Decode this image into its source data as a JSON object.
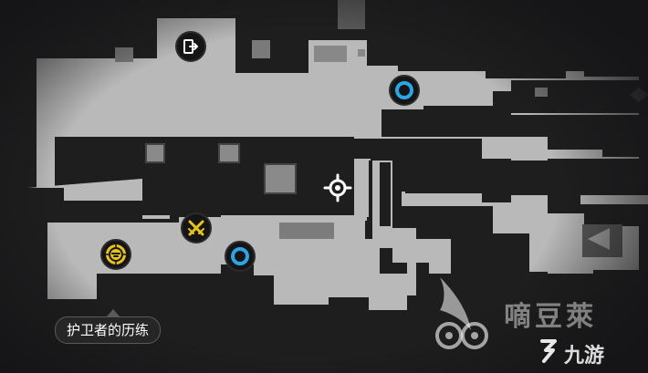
{
  "map": {
    "floor_color": "#b9b9b9",
    "wall_color": "#1e1e1f",
    "accent_portal": "#2aa5e6",
    "accent_gold": "#e8c31c"
  },
  "markers": {
    "exit": {
      "icon": "exit-door-icon"
    },
    "portals": [
      {
        "icon": "blue-ring-portal-icon"
      },
      {
        "icon": "blue-ring-portal-icon"
      }
    ],
    "combat": {
      "icon": "crossed-swords-icon"
    },
    "guardian": {
      "icon": "gold-guardian-emblem-icon"
    },
    "player": {
      "icon": "crosshair-target-icon"
    }
  },
  "location_label": "护卫者的历练",
  "watermark": {
    "main_text": "嘀豆萊",
    "sub_text": "九游"
  }
}
